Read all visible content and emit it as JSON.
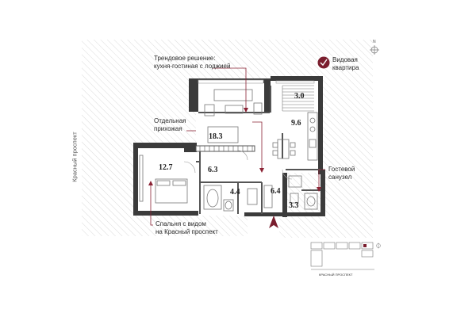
{
  "annotations": {
    "trend": "Трендовое решение:\nкухня-гостиная с лоджией",
    "hall": "Отдельная\nприхожая",
    "view_apartment": "Видовая\nквартира",
    "guest_bath": "Гостевой\nсанузел",
    "bedroom_view": "Спальня с видом\nна Красный проспект"
  },
  "street_side": "Красный проспект",
  "compass": "N",
  "rooms": {
    "loggia": "3.0",
    "kitchen": "9.6",
    "living": "18.3",
    "bedroom": "12.7",
    "hall": "6.3",
    "bathroom": "4.4",
    "corridor": "6.4",
    "guest_wc": "3.3"
  },
  "mini_map": {
    "street": "КРАСНЫЙ ПРОСПЕКТ"
  },
  "colors": {
    "wall": "#3b3b3b",
    "accent": "#7a1e2e",
    "leader": "#8b2234",
    "hatch": "#d6d6d6"
  }
}
